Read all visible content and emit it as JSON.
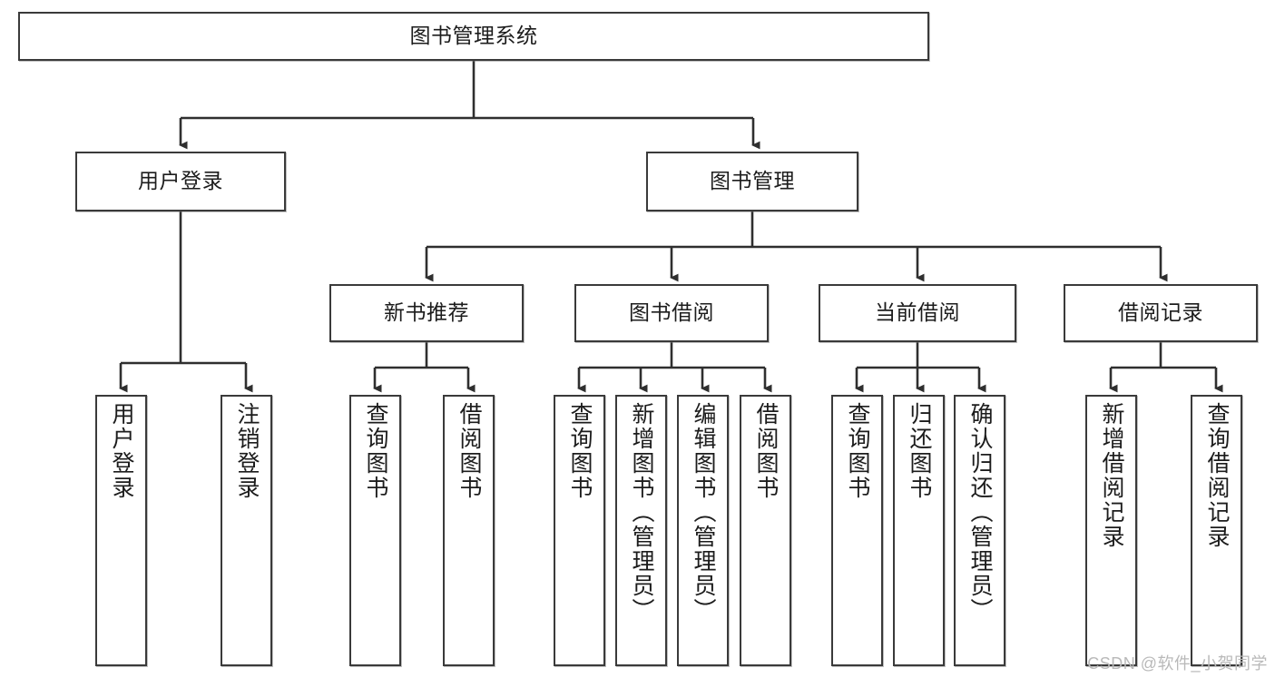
{
  "diagram": {
    "title": "图书管理系统",
    "type": "tree-hierarchy",
    "watermark": "CSDN @软件_小贺同学",
    "colors": {
      "stroke": "#3a3a3a",
      "fill": "#ffffff",
      "text": "#1c1c1c",
      "watermark": "#b9b9b9"
    },
    "root": {
      "label": "图书管理系统"
    },
    "level2": [
      {
        "label": "用户登录"
      },
      {
        "label": "图书管理"
      }
    ],
    "level3": [
      {
        "label": "新书推荐"
      },
      {
        "label": "图书借阅"
      },
      {
        "label": "当前借阅"
      },
      {
        "label": "借阅记录"
      }
    ],
    "leaves": {
      "user_login": [
        {
          "label": "用户登录"
        },
        {
          "label": "注销登录"
        }
      ],
      "new_book": [
        {
          "label": "查询图书"
        },
        {
          "label": "借阅图书"
        }
      ],
      "book_borrow": [
        {
          "label": "查询图书"
        },
        {
          "label": "新增图书（管理员）"
        },
        {
          "label": "编辑图书（管理员）"
        },
        {
          "label": "借阅图书"
        }
      ],
      "current_borrow": [
        {
          "label": "查询图书"
        },
        {
          "label": "归还图书"
        },
        {
          "label": "确认归还（管理员）"
        }
      ],
      "borrow_record": [
        {
          "label": "新增借阅记录"
        },
        {
          "label": "查询借阅记录"
        }
      ]
    }
  }
}
